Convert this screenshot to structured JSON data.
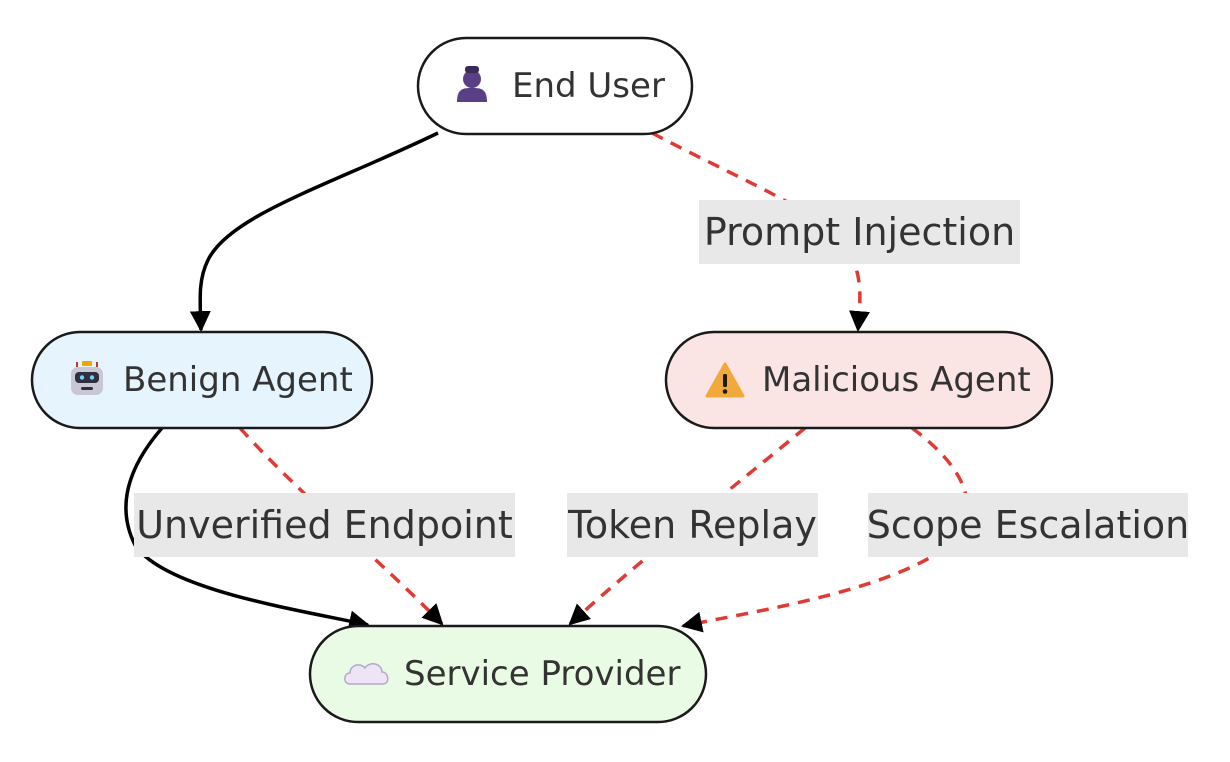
{
  "colors": {
    "attack_edge": "#e03a33",
    "normal_edge": "#000000",
    "end_user_fill": "#ffffff",
    "benign_fill": "#e6f4fd",
    "malicious_fill": "#fbe4e4",
    "provider_fill": "#e9fbe4",
    "label_bg": "#e8e8e8"
  },
  "nodes": {
    "end_user": {
      "label": "End User",
      "icon": "user-silhouette-icon"
    },
    "benign_agent": {
      "label": "Benign Agent",
      "icon": "robot-icon"
    },
    "malicious_agent": {
      "label": "Malicious Agent",
      "icon": "warning-icon"
    },
    "service_provider": {
      "label": "Service Provider",
      "icon": "cloud-icon"
    }
  },
  "edges": {
    "user_to_benign": {
      "from": "End User",
      "to": "Benign Agent",
      "style": "solid"
    },
    "prompt_injection": {
      "from": "End User",
      "to": "Malicious Agent",
      "style": "dashed",
      "label": "Prompt Injection"
    },
    "benign_to_provider": {
      "from": "Benign Agent",
      "to": "Service Provider",
      "style": "solid"
    },
    "unverified_endpoint": {
      "from": "Benign Agent",
      "to": "Service Provider",
      "style": "dashed",
      "label": "Unverified Endpoint"
    },
    "token_replay": {
      "from": "Malicious Agent",
      "to": "Service Provider",
      "style": "dashed",
      "label": "Token Replay"
    },
    "scope_escalation": {
      "from": "Malicious Agent",
      "to": "Service Provider",
      "style": "dashed",
      "label": "Scope Escalation"
    }
  }
}
